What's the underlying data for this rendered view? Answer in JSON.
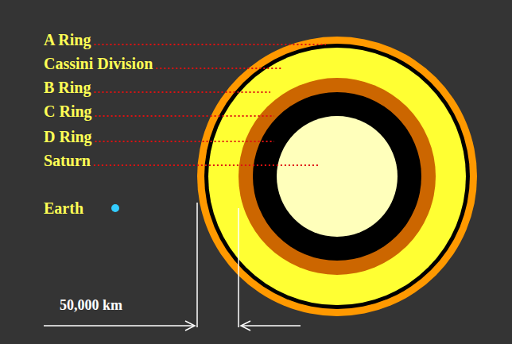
{
  "diagram": {
    "labels": [
      "A Ring",
      "Cassini Division",
      "B Ring",
      "C Ring",
      "D Ring",
      "Saturn",
      "Earth",
      "50,000 km"
    ]
  }
}
